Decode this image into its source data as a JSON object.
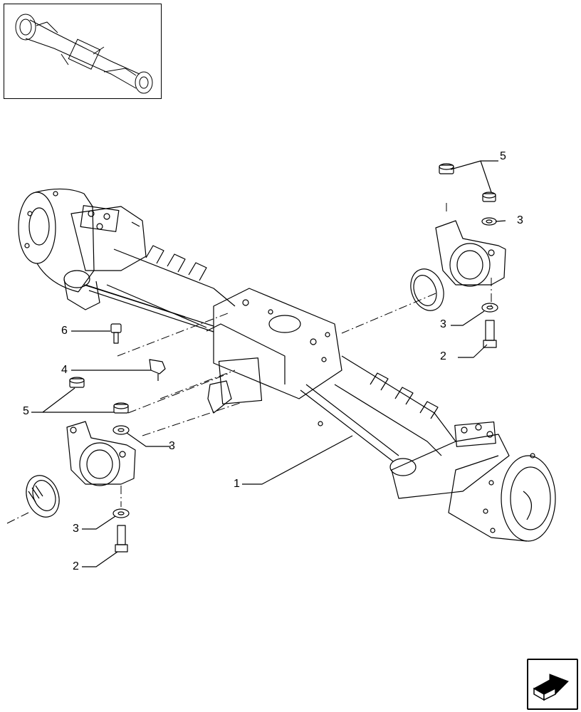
{
  "callouts": [
    {
      "id": "c1",
      "number": "1"
    },
    {
      "id": "c2a",
      "number": "2"
    },
    {
      "id": "c2b",
      "number": "2"
    },
    {
      "id": "c3a",
      "number": "3"
    },
    {
      "id": "c3b",
      "number": "3"
    },
    {
      "id": "c3c",
      "number": "3"
    },
    {
      "id": "c3d",
      "number": "3"
    },
    {
      "id": "c4",
      "number": "4"
    },
    {
      "id": "c5a",
      "number": "5"
    },
    {
      "id": "c5b",
      "number": "5"
    },
    {
      "id": "c6",
      "number": "6"
    }
  ],
  "navigation": {
    "icon": "next-page-arrow-icon"
  },
  "thumbnail": {
    "icon": "axle-assembly-thumbnail"
  },
  "colors": {
    "line": "#000000",
    "background": "#ffffff"
  }
}
